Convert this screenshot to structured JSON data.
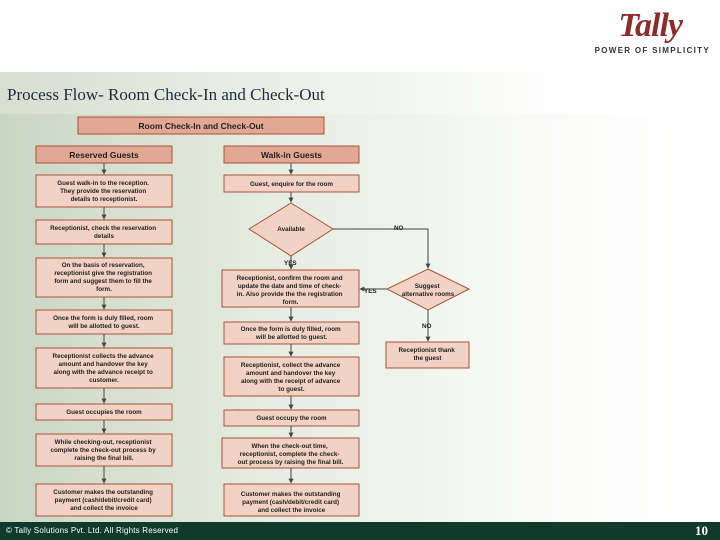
{
  "header": {
    "logo_text": "Tally",
    "tagline": "POWER OF SIMPLICITY",
    "title": "Process Flow- Room Check-In and Check-Out"
  },
  "flowchart": {
    "title": "Room Check-In and Check-Out",
    "reserved": {
      "header": "Reserved Guests",
      "steps": [
        [
          "Guest walk-in to the reception.",
          "They provide the reservation",
          "details to receptionist."
        ],
        [
          "Receptionist, check the reservation",
          "details"
        ],
        [
          "On the basis of reservation,",
          "receptionist give the registration",
          "form and  suggest them to fill the",
          "form."
        ],
        [
          "Once the form is duly filled, room",
          "will be allotted to guest."
        ],
        [
          "Receptionist collects the advance",
          "amount and handover the key",
          "along with the advance receipt to",
          "customer."
        ],
        [
          "Guest occupies the room"
        ],
        [
          "While checking-out, receptionist",
          "complete the check-out process by",
          "raising the final bill."
        ],
        [
          "Customer makes the outstanding",
          "payment (cash/debit/credit card)",
          "and collect the invoice"
        ]
      ]
    },
    "walkin": {
      "header": "Walk-in Guests",
      "enquire": [
        "Guest, enquire for the room"
      ],
      "decision": "Available",
      "confirm": [
        "Receptionist, confirm the room and",
        "update the date and time of check-",
        "in. Also provide the the registration",
        "form."
      ],
      "allot": [
        "Once the form is duly filled, room",
        "will be allotted to guest."
      ],
      "advance": [
        "Receptionist, collect the advance",
        "amount and handover the key",
        "along with the receipt of advance",
        "to guest."
      ],
      "occupy": [
        "Guest occupy the room"
      ],
      "checkout": [
        "When the check-out time,",
        "receptionist, complete the check-",
        "out process by raising the final bill."
      ],
      "payment": [
        "Customer makes the outstanding",
        "payment (cash/debit/credit card)",
        "and collect the invoice"
      ]
    },
    "suggest": [
      "Suggest",
      "alternative rooms"
    ],
    "thank": [
      "Receptionist thank",
      "the guest"
    ],
    "labels": {
      "yes_available": "YES",
      "no_available": "NO",
      "yes_suggest": "YES",
      "no_suggest": "NO"
    }
  },
  "footer": {
    "copyright": "© Tally Solutions Pvt. Ltd. All Rights Reserved",
    "page_number": "10"
  },
  "colors": {
    "box_fill": "#f2d2c4",
    "box_border": "#a8543a",
    "header_fill": "#e2a893",
    "arrow": "#444444",
    "footer_bg": "#0f3a2c"
  }
}
